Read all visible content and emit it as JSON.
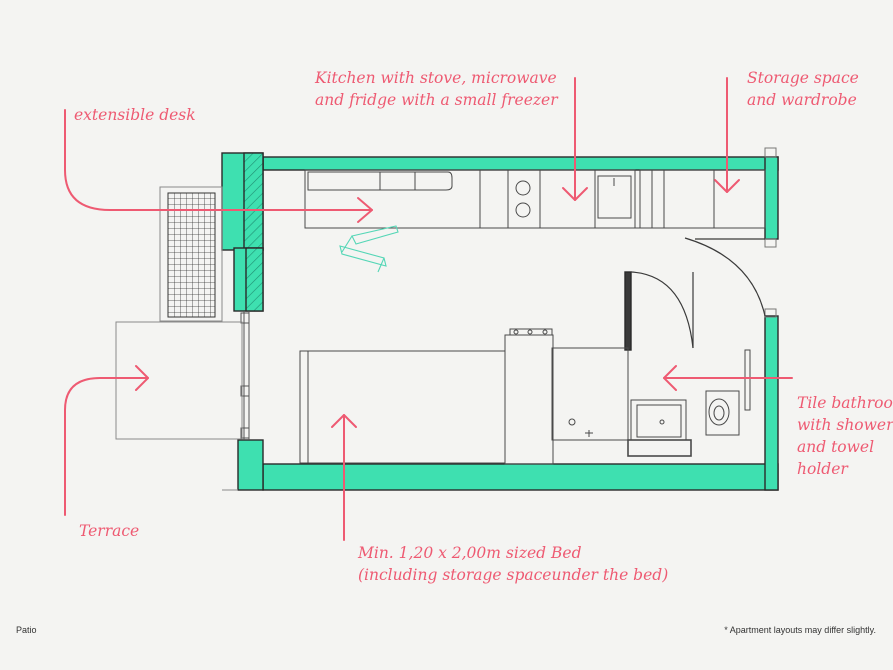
{
  "annotations": {
    "kitchen": {
      "line1": "Kitchen with stove, microwave",
      "line2": "and fridge with a small freezer"
    },
    "storage": {
      "line1": "Storage space",
      "line2": "and wardrobe"
    },
    "desk": {
      "line1": "extensible desk"
    },
    "bathroom": {
      "line1": "Tile bathroom",
      "line2": "with shower",
      "line3": "and towel",
      "line4": "holder"
    },
    "terrace": {
      "line1": "Terrace"
    },
    "bed": {
      "line1": "Min. 1,20 x 2,00m sized Bed",
      "line2": "(including storage spaceunder the bed)"
    }
  },
  "footer": {
    "left": "Patio",
    "right": "* Apartment layouts may differ slightly."
  },
  "colors": {
    "wall_fill": "#3ee0b0",
    "annotation": "#ee5a72",
    "line": "#3a3a3a",
    "chair": "#54d6b6",
    "background": "#f4f4f2"
  }
}
